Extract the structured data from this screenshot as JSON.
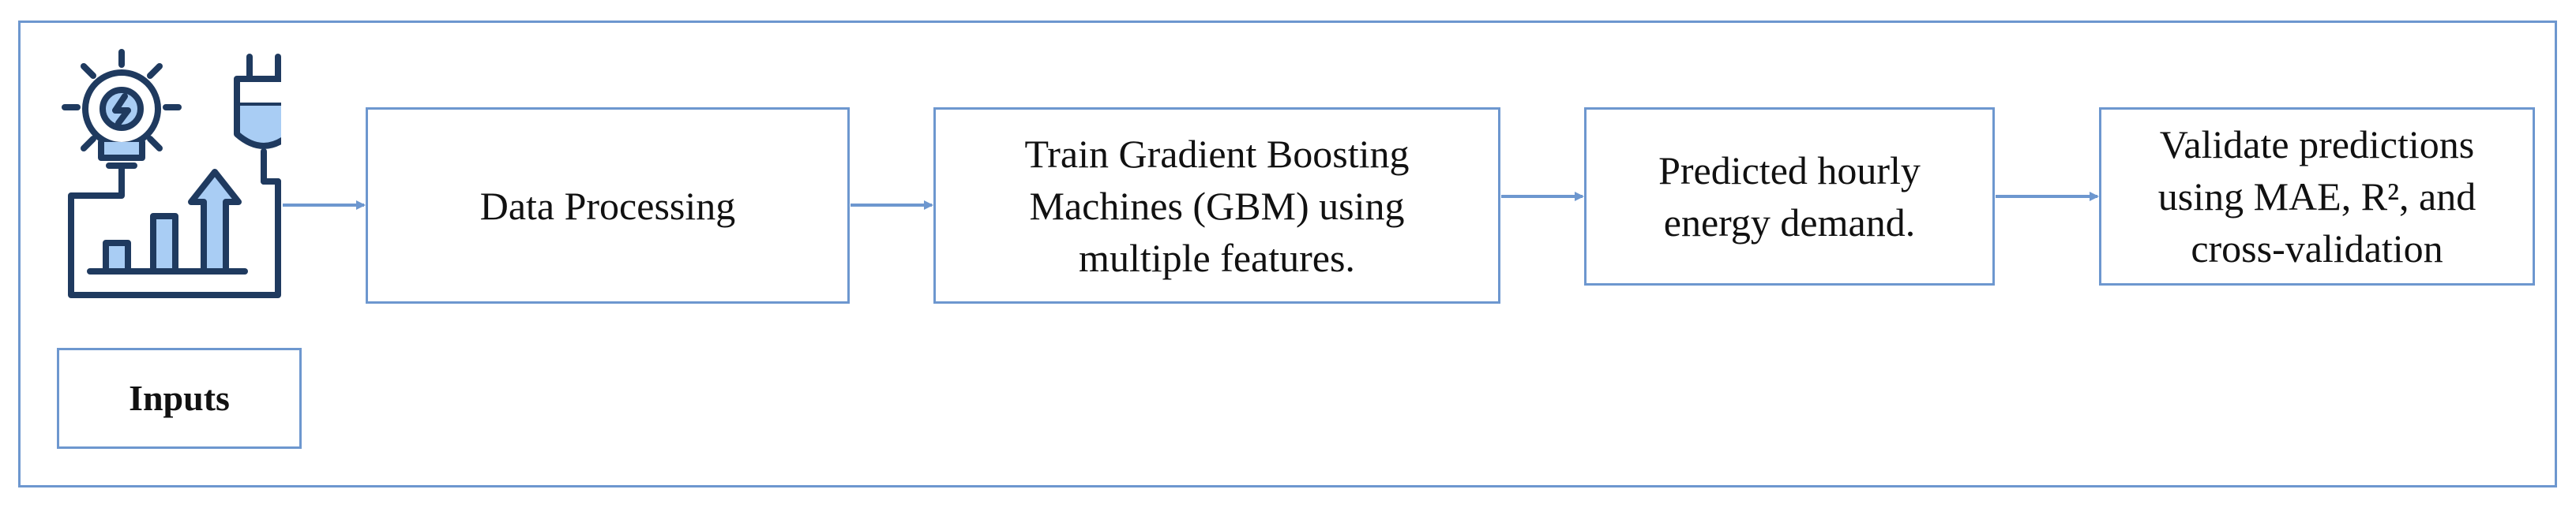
{
  "diagram": {
    "inputs_label": "Inputs",
    "steps": [
      {
        "lines": [
          "Data Processing"
        ]
      },
      {
        "lines": [
          "Train Gradient Boosting",
          "Machines (GBM) using",
          "multiple features."
        ]
      },
      {
        "lines": [
          "Predicted hourly",
          "energy demand."
        ]
      },
      {
        "lines": [
          "Validate predictions",
          "using MAE, R², and",
          "cross-validation"
        ]
      }
    ],
    "icon": "energy-lightbulb-plug-growth-icon",
    "colors": {
      "border": "#6d97cf",
      "arrow": "#6d97cf",
      "icon_stroke": "#1f3a5f",
      "icon_fill": "#a9cdf4"
    }
  }
}
